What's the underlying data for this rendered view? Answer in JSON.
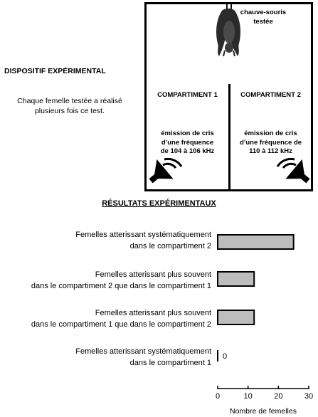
{
  "setup": {
    "title": "DISPOSITIF EXPÉRIMENTAL",
    "note_line1": "Chaque femelle testée a réalisé",
    "note_line2": "plusieurs fois ce test.",
    "bat_label_line1": "chauve-souris",
    "bat_label_line2": "testée",
    "compartment1": {
      "label": "COMPARTIMENT 1",
      "emit_line1": "émission de cris",
      "emit_line2": "d’une fréquence",
      "emit_line3": "de 104 à 106 kHz"
    },
    "compartment2": {
      "label": "COMPARTIMENT 2",
      "emit_line1": "émission de cris",
      "emit_line2": "d’une fréquence de",
      "emit_line3": "110 à 112 kHz"
    }
  },
  "icons": {
    "bat": "bat-icon",
    "speaker_left": "speaker-icon",
    "speaker_right": "speaker-icon"
  },
  "results": {
    "title": "RÉSULTATS EXPÉRIMENTAUX"
  },
  "chart_data": {
    "type": "bar",
    "orientation": "horizontal",
    "categories": [
      [
        "Femelles atterissant systématiquement",
        "dans le compartiment 2"
      ],
      [
        "Femelles atterissant plus souvent",
        "dans le compartiment 2 que dans le compartiment 1"
      ],
      [
        "Femelles atterissant plus souvent",
        "dans le compartiment 1 que dans le compartiment 2"
      ],
      [
        "Femelles atterissant systématiquement",
        "dans le compartiment 1"
      ]
    ],
    "values": [
      25,
      12,
      12,
      0
    ],
    "value_labels": [
      "",
      "",
      "",
      "0"
    ],
    "xlabel": "Nombre de femelles",
    "xlim": [
      0,
      30
    ],
    "xticks": [
      0,
      10,
      20,
      30
    ],
    "bar_color": "#bdbdbd",
    "grid": false
  }
}
